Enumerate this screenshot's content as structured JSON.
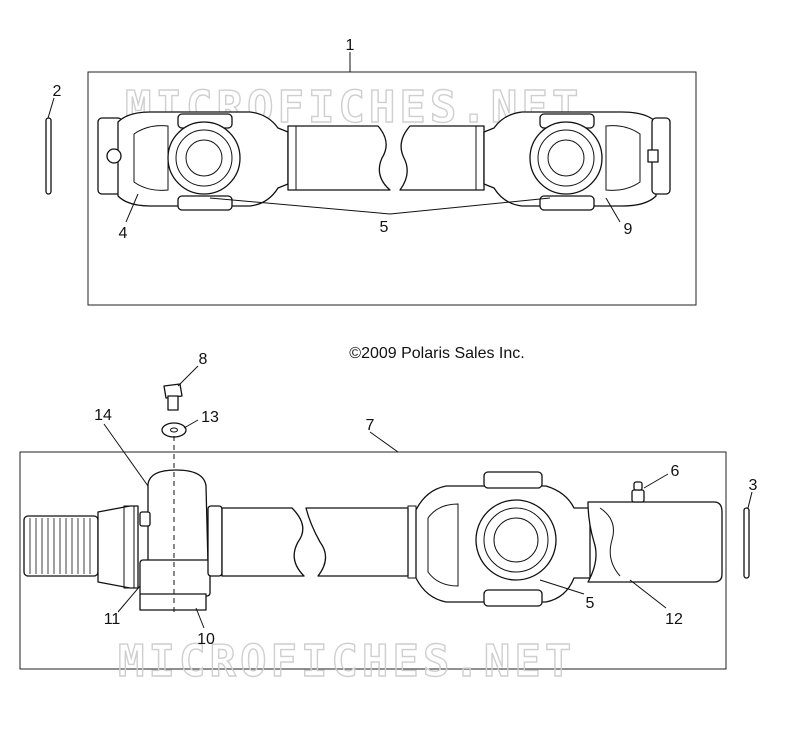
{
  "copyright": "©2009 Polaris Sales Inc.",
  "watermark": "MICROFICHES.NET",
  "callouts": {
    "c1": "1",
    "c2": "2",
    "c3": "3",
    "c4": "4",
    "c5_top": "5",
    "c5_bottom": "5",
    "c6": "6",
    "c7": "7",
    "c8": "8",
    "c9": "9",
    "c10": "10",
    "c11": "11",
    "c12": "12",
    "c13": "13",
    "c14": "14"
  },
  "colors": {
    "line": "#111111",
    "watermark": "#cfcfcf",
    "background": "#ffffff"
  }
}
